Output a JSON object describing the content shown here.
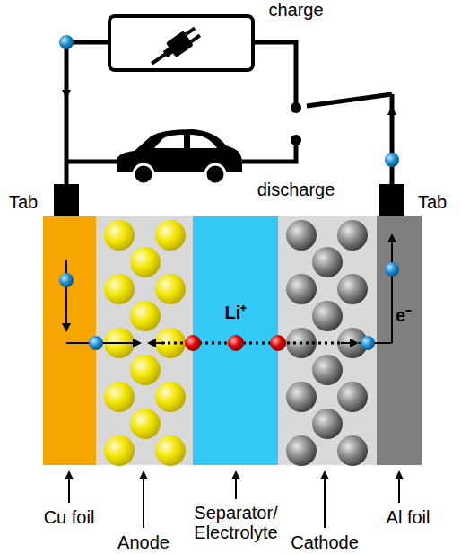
{
  "diagram": {
    "labels": [
      "charge",
      "discharge",
      "Tab",
      "Tab",
      "Li⁺",
      "e⁻",
      "Cu foil",
      "Anode",
      "Separator/ Electrolyte",
      "Cathode",
      "Al foil"
    ]
  }
}
